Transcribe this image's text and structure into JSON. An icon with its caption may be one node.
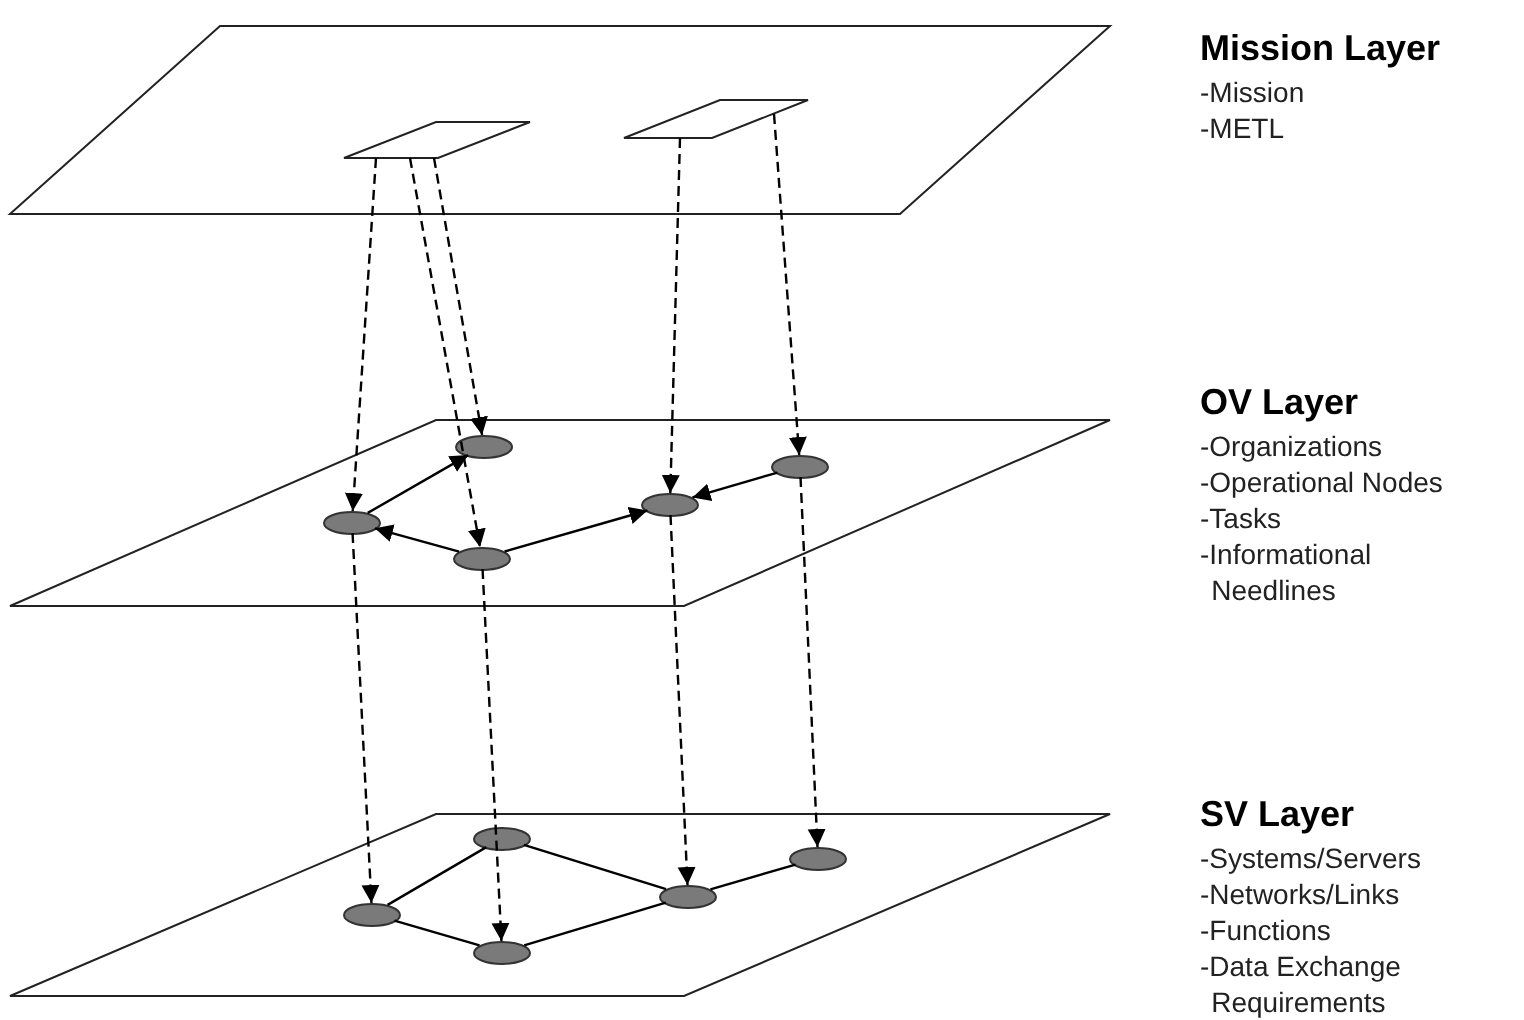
{
  "diagram": {
    "nodes": [
      {
        "text": [],
        "shape": "parallelogram",
        "beside": [
          "Mission Layer",
          "-Mission",
          "-METL"
        ]
      },
      {
        "text": [],
        "shape": "parallelogram",
        "in": 0
      },
      {
        "text": [],
        "shape": "parallelogram",
        "in": 0
      },
      {
        "text": [],
        "shape": "parallelogram",
        "beside": [
          "OV Layer",
          "-Organizations",
          "-Operational Nodes",
          "-Tasks",
          "-Informational Needlines"
        ]
      },
      {
        "text": [],
        "shape": "ellipse",
        "in": 3
      },
      {
        "text": [],
        "shape": "ellipse",
        "in": 3
      },
      {
        "text": [],
        "shape": "ellipse",
        "in": 3
      },
      {
        "text": [],
        "shape": "ellipse",
        "in": 3
      },
      {
        "text": [],
        "shape": "ellipse",
        "in": 3
      },
      {
        "text": [],
        "shape": "parallelogram",
        "beside": [
          "SV Layer",
          "-Systems/Servers",
          "-Networks/Links",
          "-Functions",
          "-Data Exchange Requirements"
        ]
      },
      {
        "text": [],
        "shape": "ellipse",
        "in": 9
      },
      {
        "text": [],
        "shape": "ellipse",
        "in": 9
      },
      {
        "text": [],
        "shape": "ellipse",
        "in": 9
      },
      {
        "text": [],
        "shape": "ellipse",
        "in": 9
      },
      {
        "text": [],
        "shape": "ellipse",
        "in": 9
      }
    ],
    "edges": [
      {
        "from": 1,
        "to": 4,
        "arrow": "to",
        "style": "dashed"
      },
      {
        "from": 1,
        "to": 6,
        "arrow": "to",
        "style": "dashed"
      },
      {
        "from": 1,
        "to": 5,
        "arrow": "to",
        "style": "dashed"
      },
      {
        "from": 2,
        "to": 7,
        "arrow": "to",
        "style": "dashed"
      },
      {
        "from": 2,
        "to": 8,
        "arrow": "to",
        "style": "dashed"
      },
      {
        "from": 4,
        "to": 5,
        "arrow": "to"
      },
      {
        "from": 6,
        "to": 4,
        "arrow": "to"
      },
      {
        "from": 6,
        "to": 7,
        "arrow": "to"
      },
      {
        "from": 8,
        "to": 7,
        "arrow": "to"
      },
      {
        "from": 4,
        "to": 10,
        "arrow": "to",
        "style": "dashed"
      },
      {
        "from": 6,
        "to": 12,
        "arrow": "to",
        "style": "dashed"
      },
      {
        "from": 7,
        "to": 13,
        "arrow": "to",
        "style": "dashed"
      },
      {
        "from": 8,
        "to": 14,
        "arrow": "to",
        "style": "dashed"
      },
      {
        "from": 10,
        "to": 11,
        "arrow": "none"
      },
      {
        "from": 10,
        "to": 12,
        "arrow": "none"
      },
      {
        "from": 11,
        "to": 13,
        "arrow": "none"
      },
      {
        "from": 12,
        "to": 13,
        "arrow": "none"
      },
      {
        "from": 13,
        "to": 14,
        "arrow": "none"
      }
    ]
  }
}
